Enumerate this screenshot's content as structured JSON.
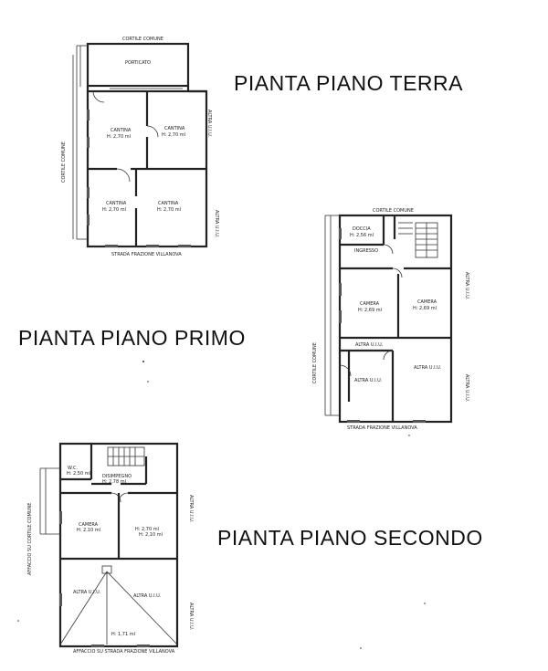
{
  "titles": {
    "terra": "PIANTA PIANO TERRA",
    "primo": "PIANTA PIANO PRIMO",
    "secondo": "PIANTA PIANO SECONDO"
  },
  "terra": {
    "top": "CORTILE COMUNE",
    "left": "CORTILE COMUNE",
    "right_top": "ALTRA U.I.U.",
    "right_bottom": "ALTRA U.I.U.",
    "bottom": "STRADA FRAZIONE VILLANOVA",
    "rooms": {
      "porticato": "PORTICATO",
      "cantina1_name": "CANTINA",
      "cantina1_h": "H: 2,70 ml",
      "cantina2_name": "CANTINA",
      "cantina2_h": "H: 2,70 ml",
      "cantina3_name": "CANTINA",
      "cantina3_h": "H: 2,70 ml",
      "cantina4_name": "CANTINA",
      "cantina4_h": "H: 2,70 ml"
    }
  },
  "primo": {
    "top": "CORTILE COMUNE",
    "left": "CORTILE COMUNE",
    "right_top": "ALTRA U.I.U.",
    "right_bottom": "ALTRA U.I.U.",
    "bottom": "STRADA FRAZIONE VILLANOVA",
    "rooms": {
      "doccia_name": "DOCCIA",
      "doccia_h": "H: 2,56 ml",
      "ingresso": "INGRESSO",
      "camera1_name": "CAMERA",
      "camera1_h": "H: 2,69 ml",
      "camera2_name": "CAMERA",
      "camera2_h": "H: 2,69 ml",
      "altra1": "ALTRA U.I.U.",
      "altra2": "ALTRA U.I.U.",
      "altra3": "ALTRA U.I.U."
    }
  },
  "secondo": {
    "left": "AFFACCIO SU CORTILE COMUNE",
    "right_top": "ALTRA U.I.U.",
    "right_bottom": "ALTRA U.I.U.",
    "bottom": "AFFACCIO SU STRADA FRAZIONE VILLANOVA",
    "rooms": {
      "wc_name": "W.C.",
      "wc_h": "H: 2,50 ml",
      "disimpegno_name": "DISIMPEGNO",
      "disimpegno_h": "H: 2,78 ml",
      "camera1_name": "CAMERA",
      "camera1_h": "H: 2,10 ml",
      "camera2_h1": "H: 2,70 ml",
      "camera2_h2": "H: 2,10 ml",
      "altra1": "ALTRA U.I.U.",
      "altra2": "ALTRA U.I.U.",
      "h_bottom": "H: 1,71 ml"
    }
  }
}
